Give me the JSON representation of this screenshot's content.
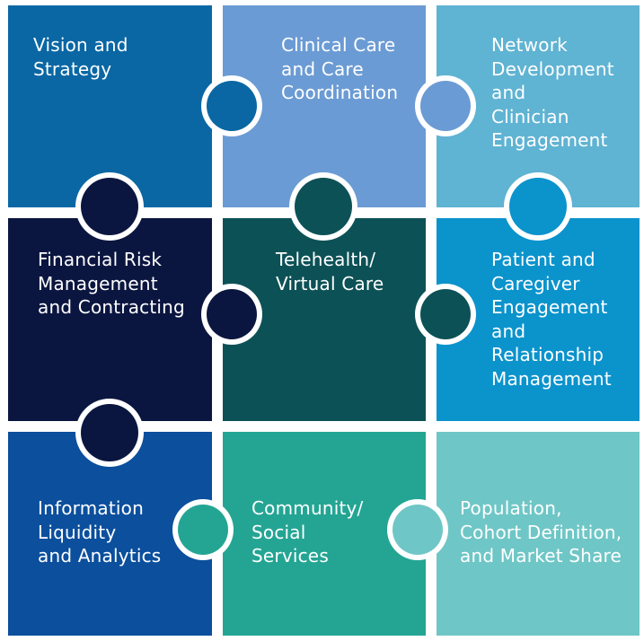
{
  "colors": {
    "background": "#ffffff",
    "text": "#ffffff"
  },
  "pieces": [
    {
      "id": "vision-strategy",
      "color": "#0a67a4",
      "lines": [
        "Vision and",
        "Strategy"
      ]
    },
    {
      "id": "clinical-care",
      "color": "#6b9bd4",
      "lines": [
        "Clinical Care",
        "and Care",
        "Coordination"
      ]
    },
    {
      "id": "network-development",
      "color": "#5fb3d3",
      "lines": [
        "Network",
        "Development",
        "and",
        "Clinician",
        "Engagement"
      ]
    },
    {
      "id": "financial-risk",
      "color": "#0b1640",
      "lines": [
        "Financial Risk",
        "Management",
        "and Contracting"
      ]
    },
    {
      "id": "telehealth",
      "color": "#0c5156",
      "lines": [
        "Telehealth/",
        "Virtual Care"
      ]
    },
    {
      "id": "patient-caregiver",
      "color": "#0b93cc",
      "lines": [
        "Patient and",
        "Caregiver",
        "Engagement",
        "and",
        "Relationship",
        "Management"
      ]
    },
    {
      "id": "information-liquidity",
      "color": "#0b4f9d",
      "lines": [
        "Information",
        "Liquidity",
        "and Analytics"
      ]
    },
    {
      "id": "community-social",
      "color": "#24a594",
      "lines": [
        "Community/",
        "Social",
        "Services"
      ]
    },
    {
      "id": "population-cohort",
      "color": "#6fc6c6",
      "lines": [
        "Population,",
        "Cohort Definition,",
        "and Market Share"
      ]
    }
  ]
}
